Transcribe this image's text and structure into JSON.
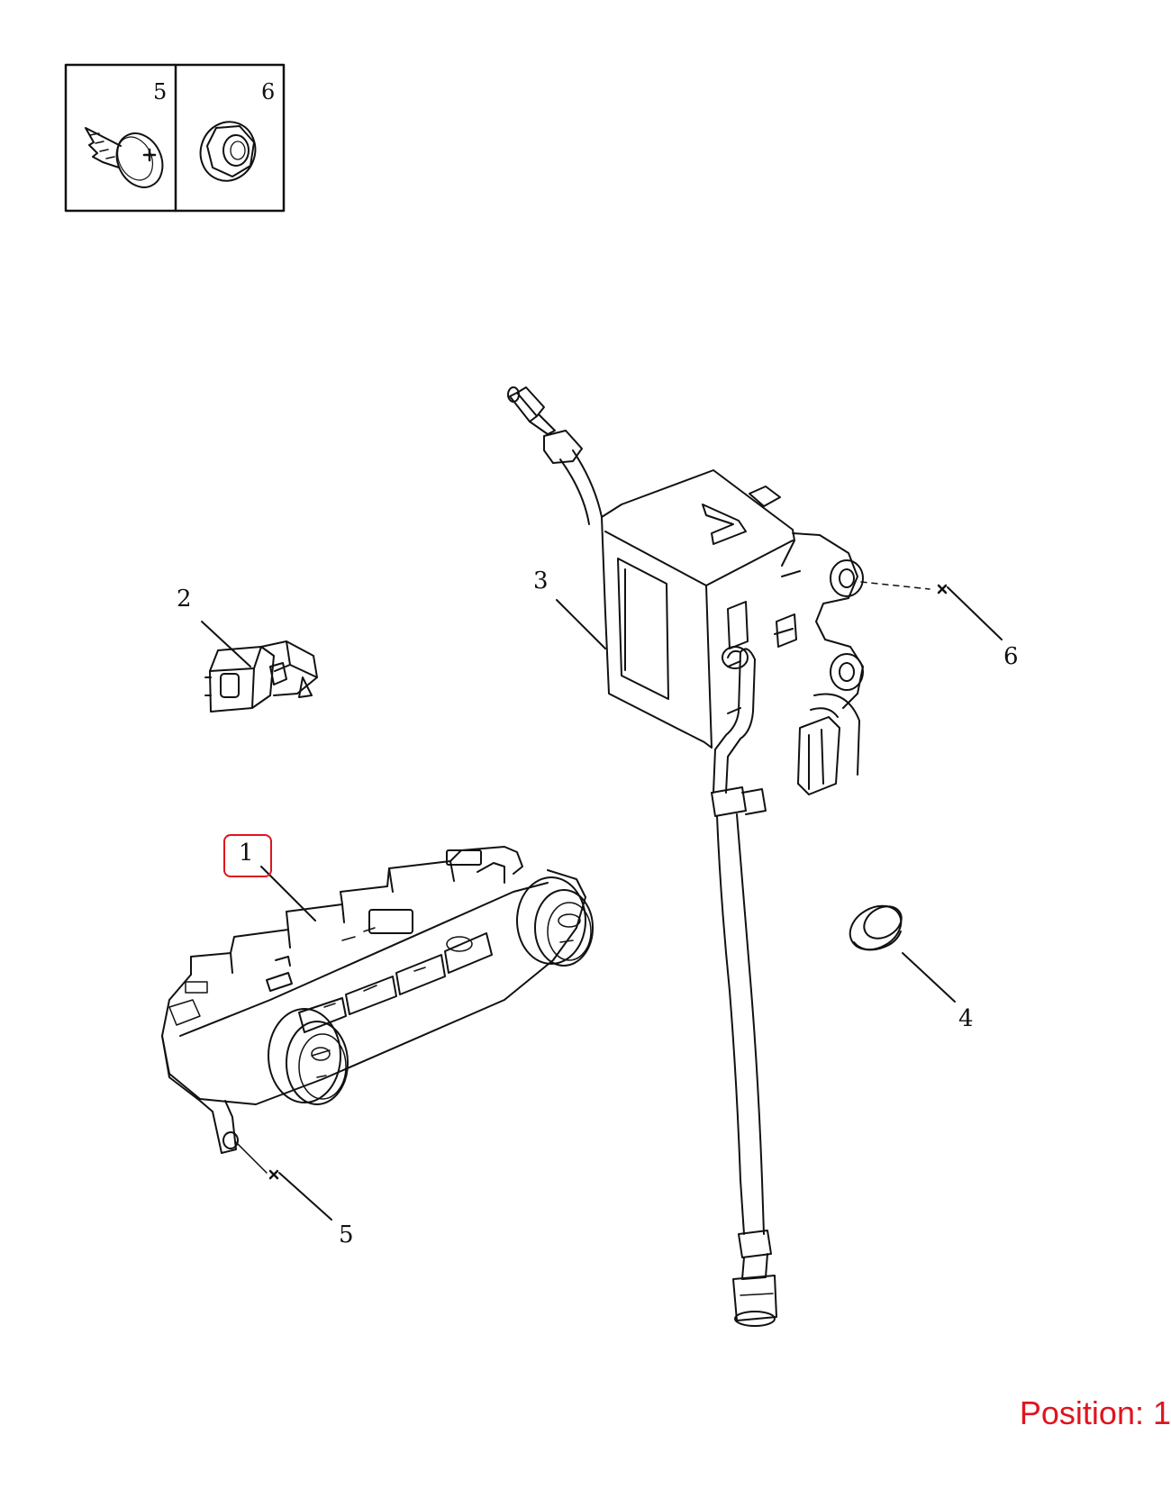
{
  "inset": {
    "cells": [
      {
        "number": "5",
        "icon": "screw-icon"
      },
      {
        "number": "6",
        "icon": "flange-nut-icon"
      }
    ]
  },
  "callouts": {
    "c1": "1",
    "c2": "2",
    "c3": "3",
    "c4": "4",
    "c5": "5",
    "c6": "6"
  },
  "footer": {
    "position_text": "Position: 1"
  },
  "colors": {
    "line": "#111111",
    "highlight": "#e0141e"
  }
}
